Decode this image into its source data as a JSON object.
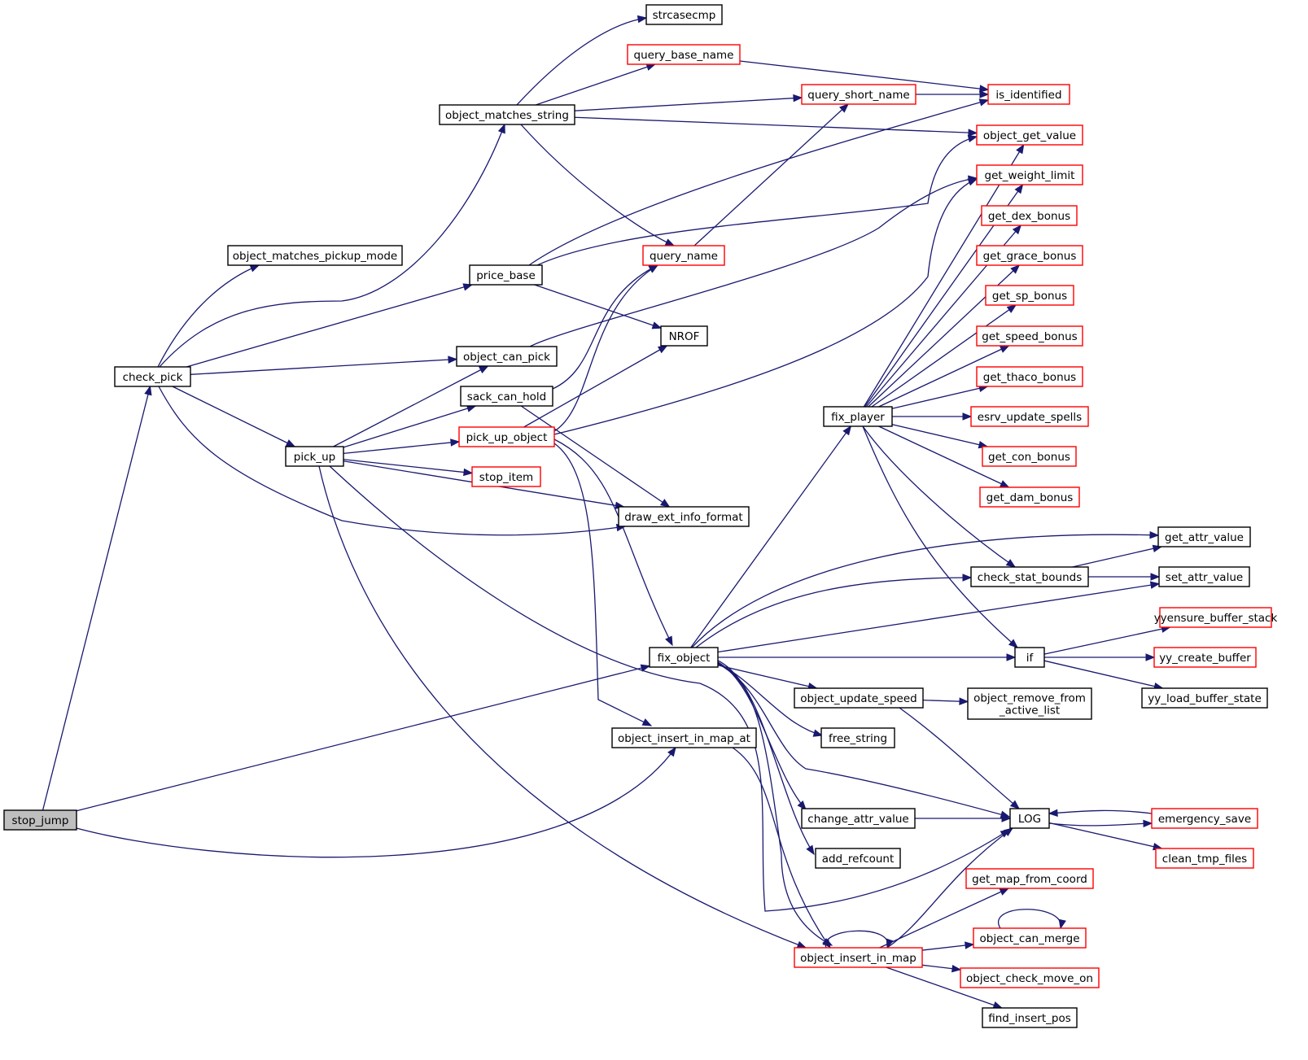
{
  "colors": {
    "edge": "#191970",
    "normal_border": "#000000",
    "truncated_border": "#ff0000",
    "root_fill": "#bfbfbf",
    "node_fill": "#ffffff"
  },
  "nodes": [
    {
      "id": "stop_jump",
      "label": "stop_jump",
      "style": "root"
    },
    {
      "id": "check_pick",
      "label": "check_pick",
      "style": "normal"
    },
    {
      "id": "pick_up",
      "label": "pick_up",
      "style": "normal"
    },
    {
      "id": "object_matches_pickup_mode",
      "label": "object_matches_pickup_mode",
      "style": "normal"
    },
    {
      "id": "object_matches_string",
      "label": "object_matches_string",
      "style": "normal"
    },
    {
      "id": "price_base",
      "label": "price_base",
      "style": "normal"
    },
    {
      "id": "object_can_pick",
      "label": "object_can_pick",
      "style": "normal"
    },
    {
      "id": "sack_can_hold",
      "label": "sack_can_hold",
      "style": "normal"
    },
    {
      "id": "pick_up_object",
      "label": "pick_up_object",
      "style": "truncated"
    },
    {
      "id": "stop_item",
      "label": "stop_item",
      "style": "truncated"
    },
    {
      "id": "draw_ext_info_format",
      "label": "draw_ext_info_format",
      "style": "normal"
    },
    {
      "id": "object_insert_in_map_at",
      "label": "object_insert_in_map_at",
      "style": "normal"
    },
    {
      "id": "strcasecmp",
      "label": "strcasecmp",
      "style": "normal"
    },
    {
      "id": "query_base_name",
      "label": "query_base_name",
      "style": "truncated"
    },
    {
      "id": "query_short_name",
      "label": "query_short_name",
      "style": "truncated"
    },
    {
      "id": "query_name",
      "label": "query_name",
      "style": "truncated"
    },
    {
      "id": "NROF",
      "label": "NROF",
      "style": "normal"
    },
    {
      "id": "fix_object",
      "label": "fix_object",
      "style": "normal"
    },
    {
      "id": "fix_player",
      "label": "fix_player",
      "style": "normal"
    },
    {
      "id": "object_update_speed",
      "label": "object_update_speed",
      "style": "normal"
    },
    {
      "id": "free_string",
      "label": "free_string",
      "style": "normal"
    },
    {
      "id": "change_attr_value",
      "label": "change_attr_value",
      "style": "normal"
    },
    {
      "id": "add_refcount",
      "label": "add_refcount",
      "style": "normal"
    },
    {
      "id": "object_insert_in_map",
      "label": "object_insert_in_map",
      "style": "truncated"
    },
    {
      "id": "is_identified",
      "label": "is_identified",
      "style": "truncated"
    },
    {
      "id": "object_get_value",
      "label": "object_get_value",
      "style": "truncated"
    },
    {
      "id": "get_weight_limit",
      "label": "get_weight_limit",
      "style": "truncated"
    },
    {
      "id": "get_dex_bonus",
      "label": "get_dex_bonus",
      "style": "truncated"
    },
    {
      "id": "get_grace_bonus",
      "label": "get_grace_bonus",
      "style": "truncated"
    },
    {
      "id": "get_sp_bonus",
      "label": "get_sp_bonus",
      "style": "truncated"
    },
    {
      "id": "get_speed_bonus",
      "label": "get_speed_bonus",
      "style": "truncated"
    },
    {
      "id": "get_thaco_bonus",
      "label": "get_thaco_bonus",
      "style": "truncated"
    },
    {
      "id": "esrv_update_spells",
      "label": "esrv_update_spells",
      "style": "truncated"
    },
    {
      "id": "get_con_bonus",
      "label": "get_con_bonus",
      "style": "truncated"
    },
    {
      "id": "get_dam_bonus",
      "label": "get_dam_bonus",
      "style": "truncated"
    },
    {
      "id": "check_stat_bounds",
      "label": "check_stat_bounds",
      "style": "normal"
    },
    {
      "id": "if",
      "label": "if",
      "style": "normal"
    },
    {
      "id": "object_remove_from_active_list",
      "label": [
        "object_remove_from",
        "_active_list"
      ],
      "style": "normal"
    },
    {
      "id": "LOG",
      "label": "LOG",
      "style": "normal"
    },
    {
      "id": "get_map_from_coord",
      "label": "get_map_from_coord",
      "style": "truncated"
    },
    {
      "id": "object_can_merge",
      "label": "object_can_merge",
      "style": "truncated"
    },
    {
      "id": "object_check_move_on",
      "label": "object_check_move_on",
      "style": "truncated"
    },
    {
      "id": "find_insert_pos",
      "label": "find_insert_pos",
      "style": "normal"
    },
    {
      "id": "get_attr_value",
      "label": "get_attr_value",
      "style": "normal"
    },
    {
      "id": "set_attr_value",
      "label": "set_attr_value",
      "style": "normal"
    },
    {
      "id": "yyensure_buffer_stack",
      "label": "yyensure_buffer_stack",
      "style": "truncated"
    },
    {
      "id": "yy_create_buffer",
      "label": "yy_create_buffer",
      "style": "truncated"
    },
    {
      "id": "yy_load_buffer_state",
      "label": "yy_load_buffer_state",
      "style": "normal"
    },
    {
      "id": "emergency_save",
      "label": "emergency_save",
      "style": "truncated"
    },
    {
      "id": "clean_tmp_files",
      "label": "clean_tmp_files",
      "style": "truncated"
    }
  ],
  "edges": [
    {
      "from": "stop_jump",
      "to": "check_pick"
    },
    {
      "from": "stop_jump",
      "to": "fix_object"
    },
    {
      "from": "stop_jump",
      "to": "object_insert_in_map_at"
    },
    {
      "from": "check_pick",
      "to": "object_matches_pickup_mode"
    },
    {
      "from": "check_pick",
      "to": "object_matches_string"
    },
    {
      "from": "check_pick",
      "to": "price_base"
    },
    {
      "from": "check_pick",
      "to": "object_can_pick"
    },
    {
      "from": "check_pick",
      "to": "pick_up"
    },
    {
      "from": "check_pick",
      "to": "draw_ext_info_format"
    },
    {
      "from": "pick_up",
      "to": "object_can_pick"
    },
    {
      "from": "pick_up",
      "to": "sack_can_hold"
    },
    {
      "from": "pick_up",
      "to": "pick_up_object"
    },
    {
      "from": "pick_up",
      "to": "stop_item"
    },
    {
      "from": "pick_up",
      "to": "draw_ext_info_format"
    },
    {
      "from": "pick_up",
      "to": "LOG"
    },
    {
      "from": "pick_up",
      "to": "object_insert_in_map"
    },
    {
      "from": "object_matches_string",
      "to": "strcasecmp"
    },
    {
      "from": "object_matches_string",
      "to": "query_base_name"
    },
    {
      "from": "object_matches_string",
      "to": "query_short_name"
    },
    {
      "from": "object_matches_string",
      "to": "object_get_value"
    },
    {
      "from": "object_matches_string",
      "to": "query_name"
    },
    {
      "from": "price_base",
      "to": "is_identified"
    },
    {
      "from": "price_base",
      "to": "object_get_value"
    },
    {
      "from": "price_base",
      "to": "NROF"
    },
    {
      "from": "object_can_pick",
      "to": "get_weight_limit"
    },
    {
      "from": "sack_can_hold",
      "to": "query_name"
    },
    {
      "from": "sack_can_hold",
      "to": "draw_ext_info_format"
    },
    {
      "from": "pick_up_object",
      "to": "query_name"
    },
    {
      "from": "pick_up_object",
      "to": "NROF"
    },
    {
      "from": "pick_up_object",
      "to": "get_weight_limit"
    },
    {
      "from": "pick_up_object",
      "to": "fix_object"
    },
    {
      "from": "pick_up_object",
      "to": "object_insert_in_map_at"
    },
    {
      "from": "query_base_name",
      "to": "is_identified"
    },
    {
      "from": "query_short_name",
      "to": "is_identified"
    },
    {
      "from": "query_name",
      "to": "query_short_name"
    },
    {
      "from": "object_insert_in_map_at",
      "to": "object_insert_in_map"
    },
    {
      "from": "fix_object",
      "to": "fix_player"
    },
    {
      "from": "fix_object",
      "to": "get_attr_value"
    },
    {
      "from": "fix_object",
      "to": "check_stat_bounds"
    },
    {
      "from": "fix_object",
      "to": "set_attr_value"
    },
    {
      "from": "fix_object",
      "to": "if"
    },
    {
      "from": "fix_object",
      "to": "object_update_speed"
    },
    {
      "from": "fix_object",
      "to": "free_string"
    },
    {
      "from": "fix_object",
      "to": "change_attr_value"
    },
    {
      "from": "fix_object",
      "to": "add_refcount"
    },
    {
      "from": "fix_object",
      "to": "LOG"
    },
    {
      "from": "fix_object",
      "to": "object_insert_in_map"
    },
    {
      "from": "fix_player",
      "to": "object_get_value"
    },
    {
      "from": "fix_player",
      "to": "get_weight_limit"
    },
    {
      "from": "fix_player",
      "to": "get_dex_bonus"
    },
    {
      "from": "fix_player",
      "to": "get_grace_bonus"
    },
    {
      "from": "fix_player",
      "to": "get_sp_bonus"
    },
    {
      "from": "fix_player",
      "to": "get_speed_bonus"
    },
    {
      "from": "fix_player",
      "to": "get_thaco_bonus"
    },
    {
      "from": "fix_player",
      "to": "esrv_update_spells"
    },
    {
      "from": "fix_player",
      "to": "get_con_bonus"
    },
    {
      "from": "fix_player",
      "to": "get_dam_bonus"
    },
    {
      "from": "fix_player",
      "to": "check_stat_bounds"
    },
    {
      "from": "fix_player",
      "to": "if"
    },
    {
      "from": "check_stat_bounds",
      "to": "get_attr_value"
    },
    {
      "from": "check_stat_bounds",
      "to": "set_attr_value"
    },
    {
      "from": "if",
      "to": "yyensure_buffer_stack"
    },
    {
      "from": "if",
      "to": "yy_create_buffer"
    },
    {
      "from": "if",
      "to": "yy_load_buffer_state"
    },
    {
      "from": "object_update_speed",
      "to": "object_remove_from_active_list"
    },
    {
      "from": "object_update_speed",
      "to": "LOG"
    },
    {
      "from": "change_attr_value",
      "to": "LOG"
    },
    {
      "from": "LOG",
      "to": "emergency_save"
    },
    {
      "from": "LOG",
      "to": "clean_tmp_files"
    },
    {
      "from": "emergency_save",
      "to": "LOG"
    },
    {
      "from": "object_insert_in_map",
      "to": "object_insert_in_map"
    },
    {
      "from": "object_insert_in_map",
      "to": "LOG"
    },
    {
      "from": "object_insert_in_map",
      "to": "get_map_from_coord"
    },
    {
      "from": "object_insert_in_map",
      "to": "object_can_merge"
    },
    {
      "from": "object_insert_in_map",
      "to": "object_check_move_on"
    },
    {
      "from": "object_insert_in_map",
      "to": "find_insert_pos"
    },
    {
      "from": "object_can_merge",
      "to": "object_can_merge"
    }
  ]
}
